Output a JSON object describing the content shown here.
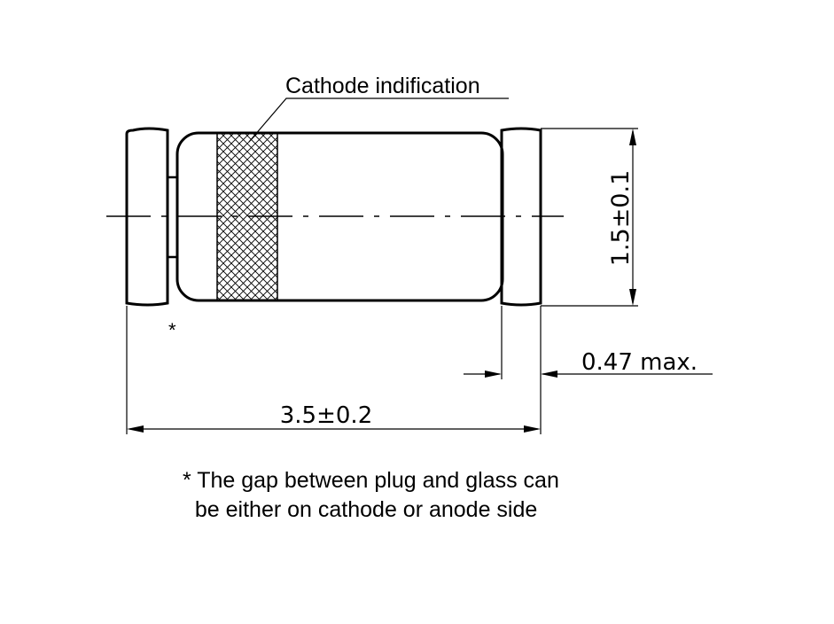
{
  "labels": {
    "cathode": "Cathode indification",
    "height_dim": "1.5±0.1",
    "plug_dim": "0.47 max.",
    "length_dim": "3.5±0.2",
    "gap_marker": "*"
  },
  "footnote": {
    "line1": "* The gap between plug and glass can",
    "line2": "  be either on cathode or anode side"
  },
  "colors": {
    "ink": "#000000",
    "paper": "#ffffff"
  }
}
